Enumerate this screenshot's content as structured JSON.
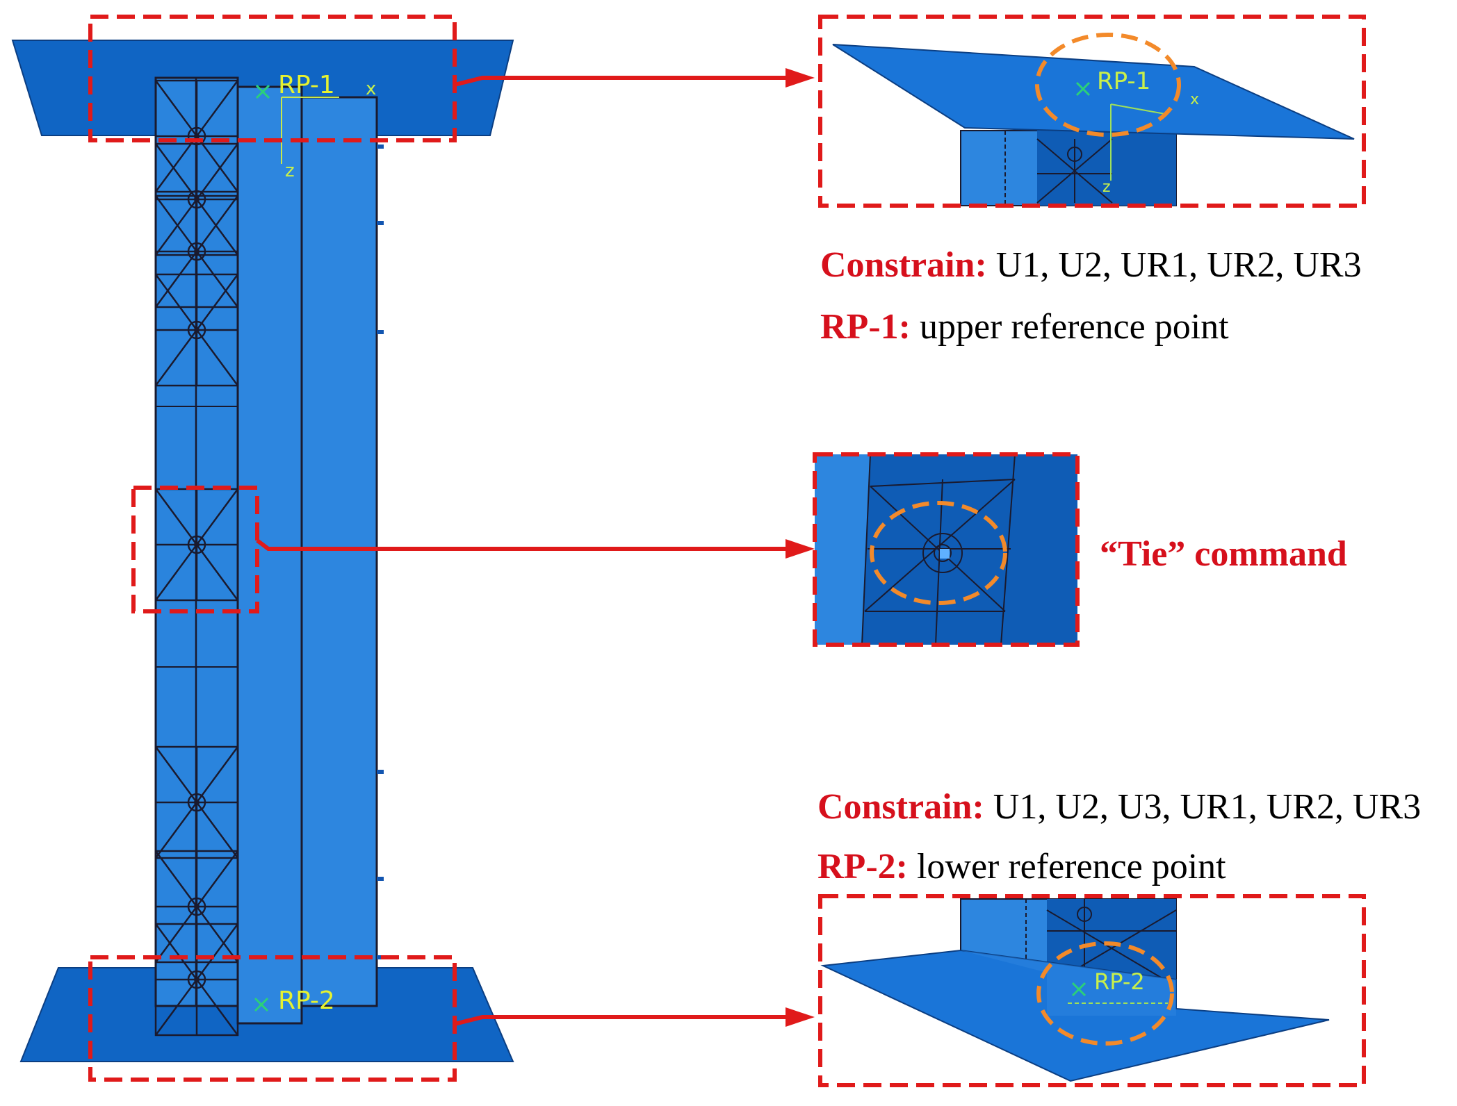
{
  "annotations": {
    "top": {
      "constrain_label": "Constrain:",
      "constrain_value": "U1, U2, UR1, UR2, UR3",
      "rp_label": "RP-1:",
      "rp_value": "upper reference point"
    },
    "middle": {
      "tie_text": "“Tie” command"
    },
    "bottom": {
      "constrain_label": "Constrain:",
      "constrain_value": "U1, U2, U3, UR1, UR2, UR3",
      "rp_label": "RP-2:",
      "rp_value": "lower reference point"
    }
  },
  "model_labels": {
    "rp1": "RP-1",
    "rp2": "RP-2",
    "axis_x": "x",
    "axis_z": "z"
  },
  "colors": {
    "plate": "#1065c4",
    "column": "#2d86df",
    "dark_panel": "#0f5cb5",
    "outline": "#1a1a2e",
    "callout_red": "#e01a1a",
    "highlight_orange": "#f38a2a",
    "rp_label": "#e6f230"
  }
}
